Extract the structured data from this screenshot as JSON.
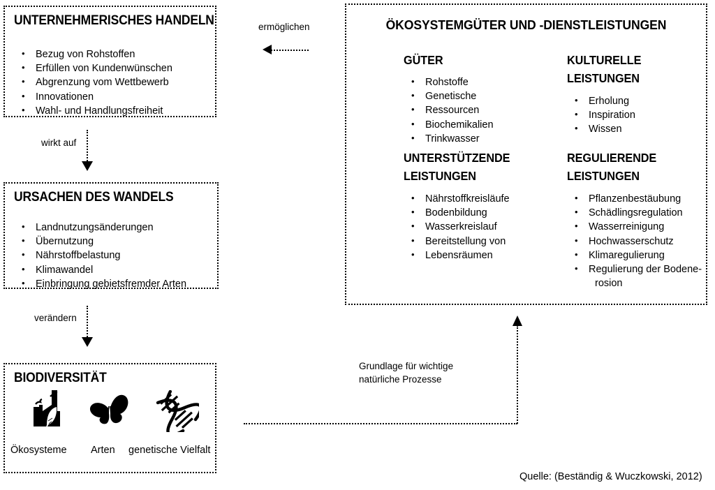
{
  "boxes": {
    "entrepreneurial": {
      "title": "UNTERNEHMERISCHES HANDELN",
      "items": [
        "Bezug von Rohstoffen",
        "Erfüllen von Kundenwünschen",
        "Abgrenzung vom Wettbewerb",
        "Innovationen",
        "Wahl- und Handlungsfreiheit"
      ]
    },
    "drivers": {
      "title": "URSACHEN DES WANDELS",
      "items": [
        "Landnutzungsänderungen",
        "Übernutzung",
        "Nährstoffbelastung",
        "Klimawandel",
        "Einbringung gebietsfremder Arten"
      ]
    },
    "biodiversity": {
      "title": "BIODIVERSITÄT",
      "icons": [
        {
          "name": "ecosystem-factory-leaf-icon",
          "caption": "Ökosysteme"
        },
        {
          "name": "butterfly-icon",
          "caption": "Arten"
        },
        {
          "name": "dna-helix-icon",
          "caption": "genetische Vielfalt"
        }
      ]
    },
    "ecosystem_services": {
      "title": "ÖKOSYSTEMGÜTER UND -DIENSTLEISTUNGEN",
      "columns": [
        {
          "title": "GÜTER",
          "items": [
            "Rohstoffe",
            "Genetische",
            "Ressourcen",
            "Biochemikalien",
            "Trinkwasser"
          ]
        },
        {
          "title": "KULTURELLE\nLEISTUNGEN",
          "title_line1": "KULTURELLE",
          "title_line2": "LEISTUNGEN",
          "items": [
            "Erholung",
            "Inspiration",
            "Wissen"
          ]
        },
        {
          "title_line1": "UNTERSTÜTZENDE",
          "title_line2": "LEISTUNGEN",
          "items": [
            "Nährstoffkreisläufe",
            "Bodenbildung",
            "Wasserkreislauf",
            "Bereitstellung von",
            "Lebensräumen"
          ]
        },
        {
          "title_line1": "REGULIERENDE",
          "title_line2": "LEISTUNGEN",
          "items": [
            "Pflanzenbestäubung",
            "Schädlingsregulation",
            "Wasserreinigung",
            "Hochwasserschutz",
            "Klimaregulierung",
            "Regulierung der Bodene-"
          ],
          "last_item_continuation": "rosion"
        }
      ]
    }
  },
  "connectors": {
    "enable": "ermöglichen",
    "affects": "wirkt auf",
    "change": "verändern",
    "basis_line1": "Grundlage für wichtige",
    "basis_line2": "natürliche Prozesse"
  },
  "source": "Quelle: (Beständig & Wuczkowski, 2012)",
  "colors": {
    "ink": "#000000",
    "background": "#ffffff"
  }
}
